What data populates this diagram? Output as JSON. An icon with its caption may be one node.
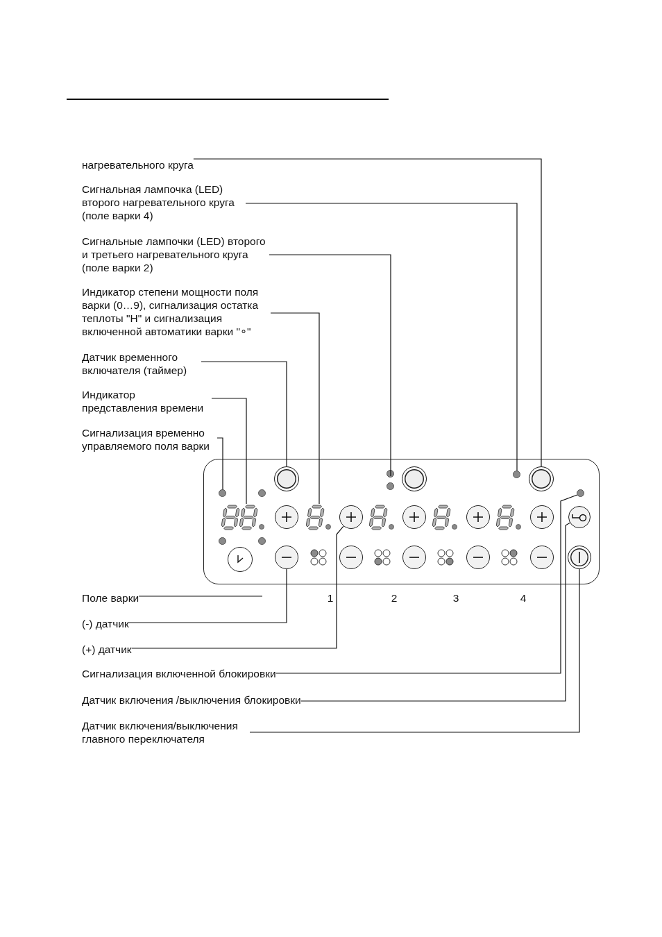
{
  "diagram": {
    "nodes": [
      {
        "text": [
          "нагревательного круга"
        ]
      },
      {
        "text": [
          "Сигнальная лампочка (LED) второго нагревательного круга (поле варки 4)"
        ]
      },
      {
        "text": [
          "Сигнальные лампочки (LED) второго и третьего нагревательного круга (поле варки 2)"
        ]
      },
      {
        "text": [
          "Индикатор степени мощности поля варки (0…9), сигнализация остатка теплоты \"H\" и сигнализация включенной автоматики варки \"∘\""
        ]
      },
      {
        "text": [
          "Датчик временного включателя (таймер)"
        ]
      },
      {
        "text": [
          "Индикатор представления времени"
        ]
      },
      {
        "text": [
          "Сигнализация временно управляемого поля варки"
        ]
      },
      {
        "text": [
          "Поле варки"
        ]
      },
      {
        "text": [
          "(-) датчик"
        ]
      },
      {
        "text": [
          "(+) датчик"
        ]
      },
      {
        "text": [
          "Сигнализация включенной блокировки"
        ]
      },
      {
        "text": [
          "Датчик включения /выключения блокировки"
        ]
      },
      {
        "text": [
          "Датчик включения/выключения главного переключателя"
        ]
      },
      {
        "text": [],
        "shape": "box"
      },
      {
        "text": [],
        "shape": "circle",
        "in": 13
      },
      {
        "text": [],
        "shape": "circle",
        "in": 13
      },
      {
        "text": [],
        "shape": "circle",
        "in": 13
      },
      {
        "text": [],
        "shape": "circle",
        "in": 13
      },
      {
        "text": [],
        "shape": "circle",
        "in": 13
      },
      {
        "text": [],
        "shape": "circle",
        "in": 13
      },
      {
        "text": [],
        "shape": "circle",
        "in": 13
      },
      {
        "text": [],
        "shape": "circle",
        "in": 13
      },
      {
        "text": [],
        "shape": "box",
        "in": 13
      },
      {
        "text": [],
        "shape": "circle",
        "in": 13
      },
      {
        "text": [],
        "shape": "box",
        "in": 13
      },
      {
        "text": [],
        "shape": "circle",
        "in": 13
      },
      {
        "text": [],
        "shape": "box",
        "in": 13
      },
      {
        "text": [],
        "shape": "circle",
        "in": 13
      },
      {
        "text": [],
        "shape": "box",
        "in": 13
      },
      {
        "text": [],
        "shape": "circle",
        "in": 13
      },
      {
        "text": [],
        "shape": "box",
        "in": 13
      },
      {
        "text": [],
        "shape": "circle",
        "in": 13
      },
      {
        "text": [],
        "shape": "circle",
        "in": 13
      },
      {
        "text": [],
        "shape": "circle",
        "in": 13
      },
      {
        "text": [],
        "shape": "circle",
        "in": 13
      },
      {
        "text": [],
        "shape": "circle",
        "in": 13
      },
      {
        "text": [],
        "shape": "circle",
        "in": 13
      },
      {
        "text": [],
        "shape": "circle",
        "in": 13
      },
      {
        "text": [],
        "shape": "circle",
        "in": 13
      },
      {
        "text": [],
        "shape": "circle",
        "in": 13
      },
      {
        "text": [],
        "shape": "circle",
        "in": 13
      },
      {
        "text": [],
        "shape": "circle",
        "in": 13
      }
    ],
    "edges": [
      {
        "from": 0,
        "to": 18,
        "arrow": "none"
      },
      {
        "from": 1,
        "to": 17,
        "arrow": "none"
      },
      {
        "from": 2,
        "to": 15,
        "arrow": "none"
      },
      {
        "from": 3,
        "to": 24,
        "arrow": "none"
      },
      {
        "from": 4,
        "to": 14,
        "arrow": "none"
      },
      {
        "from": 5,
        "to": 22,
        "arrow": "none"
      },
      {
        "from": 6,
        "to": 19,
        "arrow": "none"
      },
      {
        "from": 7,
        "to": null,
        "arrow": "none"
      },
      {
        "from": 8,
        "to": 36,
        "arrow": "none"
      },
      {
        "from": 9,
        "to": 25,
        "arrow": "none"
      },
      {
        "from": 10,
        "to": 21,
        "arrow": "none"
      },
      {
        "from": 11,
        "to": 32,
        "arrow": "none"
      },
      {
        "from": 12,
        "to": 41,
        "arrow": "none"
      }
    ],
    "labels": [
      "1",
      "2",
      "3",
      "4"
    ]
  }
}
